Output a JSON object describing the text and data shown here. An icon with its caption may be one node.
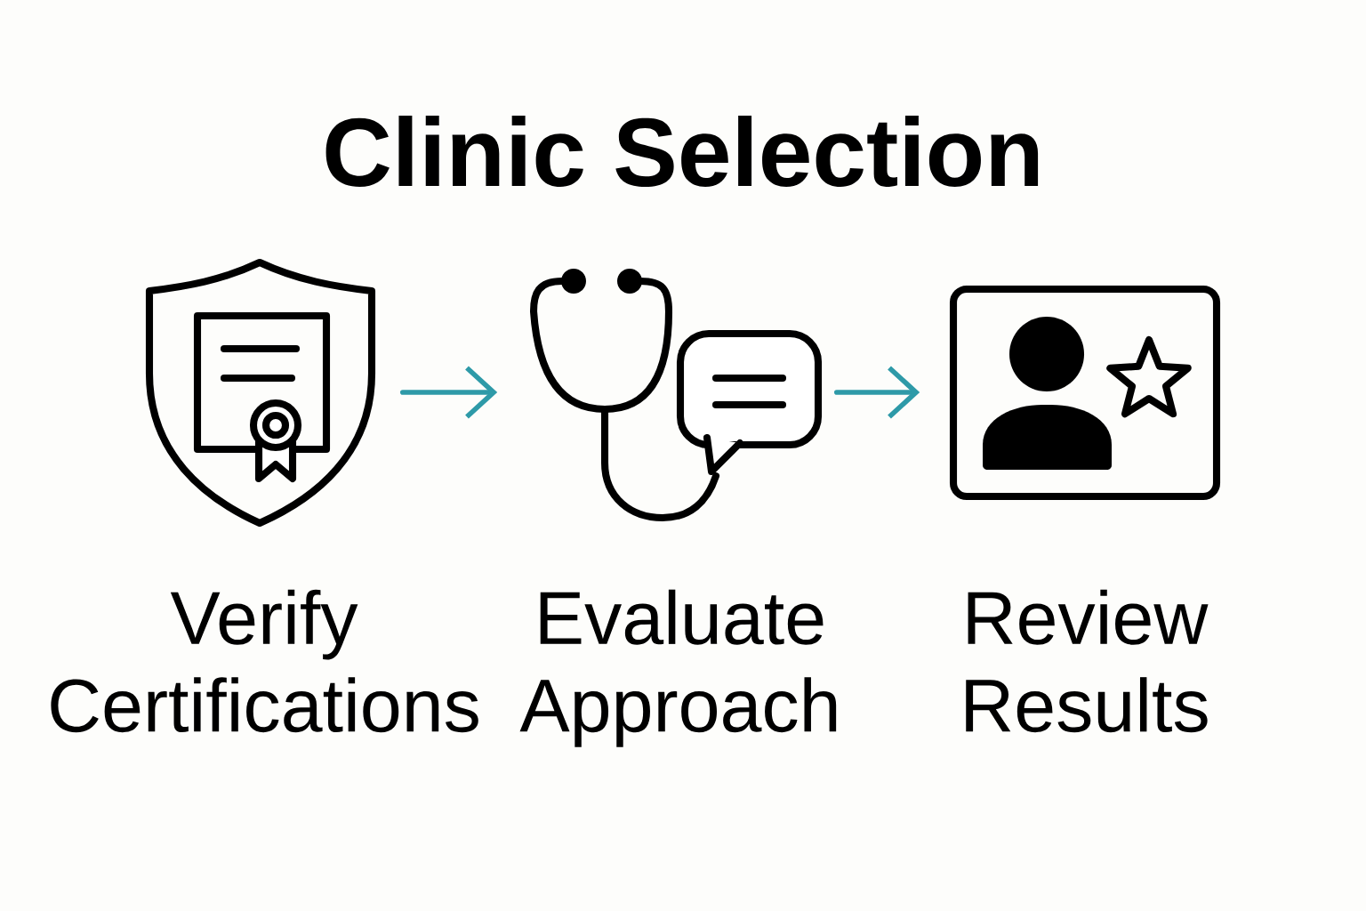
{
  "diagram": {
    "title": "Clinic Selection",
    "nodes": [
      {
        "text": [
          "Verify Certifications"
        ]
      },
      {
        "text": [
          "Evaluate Approach"
        ]
      },
      {
        "text": [
          "Review Results"
        ]
      }
    ],
    "edges": [
      {
        "from": 0,
        "to": 1,
        "arrow": "to"
      },
      {
        "from": 1,
        "to": 2,
        "arrow": "to"
      }
    ]
  }
}
